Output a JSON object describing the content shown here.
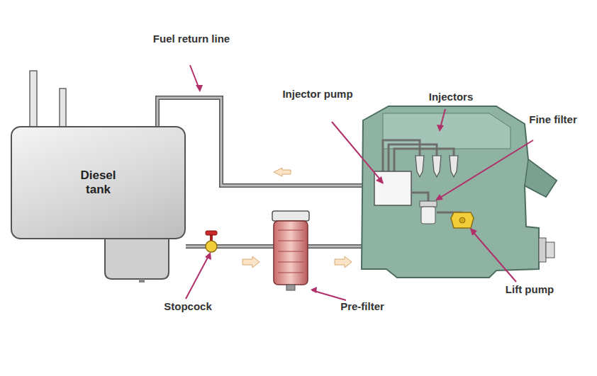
{
  "diagram": {
    "nodes": [
      {
        "text": [
          "Diesel tank"
        ]
      }
    ],
    "labels": [
      "Fuel return line",
      "Injector pump",
      "Injectors",
      "Fine filter",
      "Lift pump",
      "Stopcock",
      "Pre-filter"
    ]
  }
}
